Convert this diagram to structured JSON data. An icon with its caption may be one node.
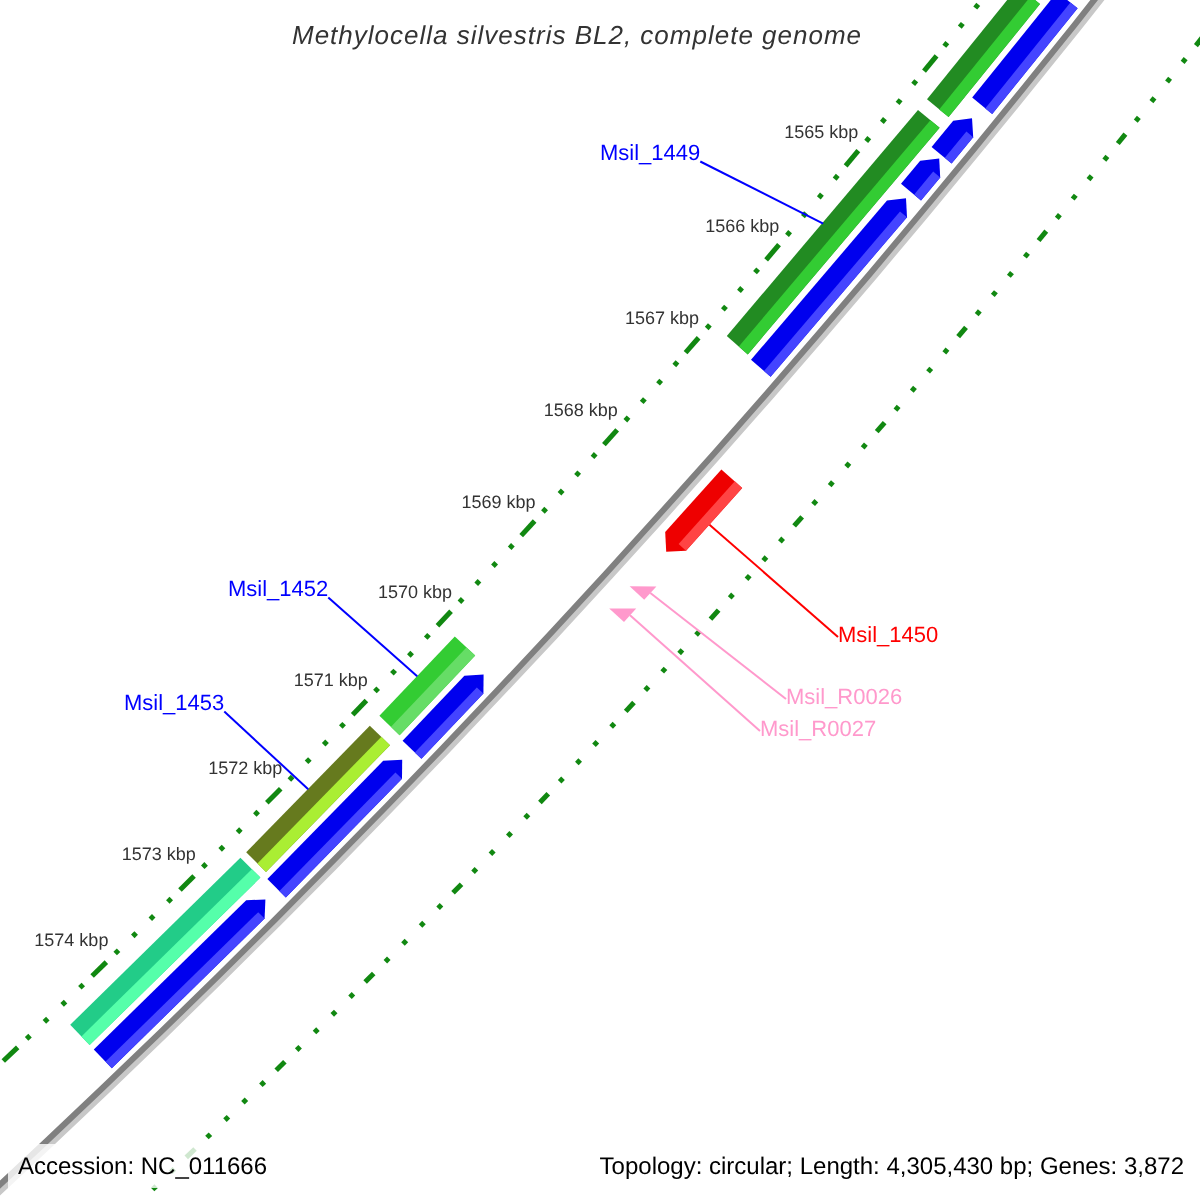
{
  "diagram": {
    "title": "Methylocella silvestris BL2, complete genome",
    "nodes": [
      {
        "text": [
          "Msil_1449"
        ]
      },
      {
        "text": [],
        "shape": "bar"
      },
      {
        "text": [
          "Msil_1452"
        ]
      },
      {
        "text": [],
        "shape": "bar"
      },
      {
        "text": [
          "Msil_1453"
        ]
      },
      {
        "text": [],
        "shape": "bar"
      },
      {
        "text": [
          "Msil_1450"
        ]
      },
      {
        "text": [],
        "shape": "arrow"
      },
      {
        "text": [
          "Msil_R0026"
        ]
      },
      {
        "text": [],
        "shape": "triangle"
      },
      {
        "text": [
          "Msil_R0027"
        ]
      },
      {
        "text": [],
        "shape": "triangle"
      },
      {
        "text": [],
        "shape": "bar"
      },
      {
        "text": [],
        "shape": "arrow"
      },
      {
        "text": [],
        "shape": "arrow"
      },
      {
        "text": [],
        "shape": "arrow"
      },
      {
        "text": [],
        "shape": "arrow"
      },
      {
        "text": [],
        "shape": "arrow"
      },
      {
        "text": [],
        "shape": "arrow"
      },
      {
        "text": [],
        "shape": "bar"
      },
      {
        "text": [],
        "shape": "arrow"
      }
    ],
    "edges": [
      {
        "from": 0,
        "to": 1,
        "arrow": "none"
      },
      {
        "from": 2,
        "to": 3,
        "arrow": "none"
      },
      {
        "from": 4,
        "to": 5,
        "arrow": "none"
      },
      {
        "from": 6,
        "to": 7,
        "arrow": "none",
        "color": "#ff0000"
      },
      {
        "from": 8,
        "to": 9,
        "arrow": "none",
        "color": "#ff99cc"
      },
      {
        "from": 10,
        "to": 11,
        "arrow": "none",
        "color": "#ff99cc"
      }
    ],
    "labels": [
      "1565 kbp",
      "1566 kbp",
      "1567 kbp",
      "1568 kbp",
      "1569 kbp",
      "1570 kbp",
      "1571 kbp",
      "1572 kbp",
      "1573 kbp",
      "1574 kbp",
      "Accession: NC_011666",
      "Topology: circular; Length: 4,305,430 bp; Genes: 3,872"
    ]
  }
}
